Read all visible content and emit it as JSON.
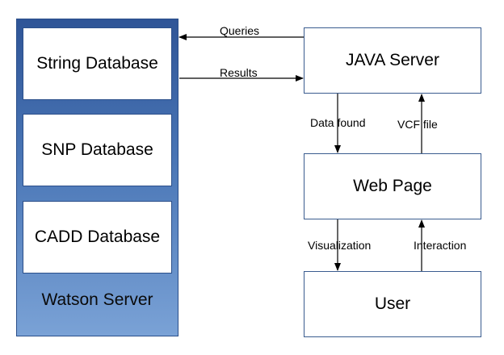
{
  "watson": {
    "label": "Watson Server",
    "databases": [
      "String Database",
      "SNP Database",
      "CADD Database"
    ]
  },
  "nodes": {
    "java": "JAVA Server",
    "web": "Web Page",
    "user": "User"
  },
  "edges": {
    "queries": "Queries",
    "results": "Results",
    "data_found": "Data found",
    "vcf_file": "VCF file",
    "visualization": "Visualization",
    "interaction": "Interaction"
  },
  "colors": {
    "watson_top": "#2f5597",
    "watson_bottom": "#7aa2d6"
  }
}
